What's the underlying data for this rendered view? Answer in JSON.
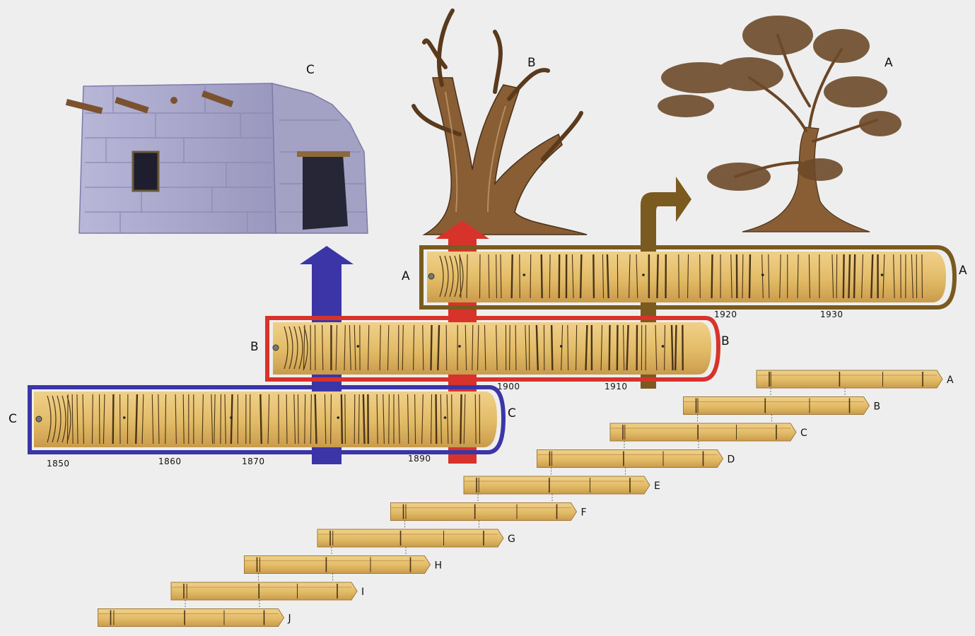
{
  "illustrations": {
    "dwelling": {
      "label": "C"
    },
    "dead_tree": {
      "label": "B"
    },
    "living_tree": {
      "label": "A"
    }
  },
  "samples": [
    {
      "id": "A",
      "outline_color": "#7a5a1e",
      "left_label": "A",
      "right_label": "A",
      "years": [
        "1920",
        "1930"
      ]
    },
    {
      "id": "B",
      "outline_color": "#d8332a",
      "left_label": "B",
      "right_label": "B",
      "years": [
        "1900",
        "1910"
      ]
    },
    {
      "id": "C",
      "outline_color": "#3b35a8",
      "left_label": "C",
      "right_label": "C",
      "years": [
        "1850",
        "1860",
        "1870",
        "1890"
      ]
    }
  ],
  "arrows": {
    "blue": "#3b35a8",
    "red": "#d8332a",
    "brown": "#7a5a1e"
  },
  "sequence_labels": [
    "A",
    "B",
    "C",
    "D",
    "E",
    "F",
    "G",
    "H",
    "I",
    "J"
  ],
  "colors": {
    "wood": "#e2bd6c",
    "wood_dark": "#b88a3a",
    "ring": "#4a3418",
    "stone": "#a6a4c8",
    "bark": "#7a5230"
  }
}
